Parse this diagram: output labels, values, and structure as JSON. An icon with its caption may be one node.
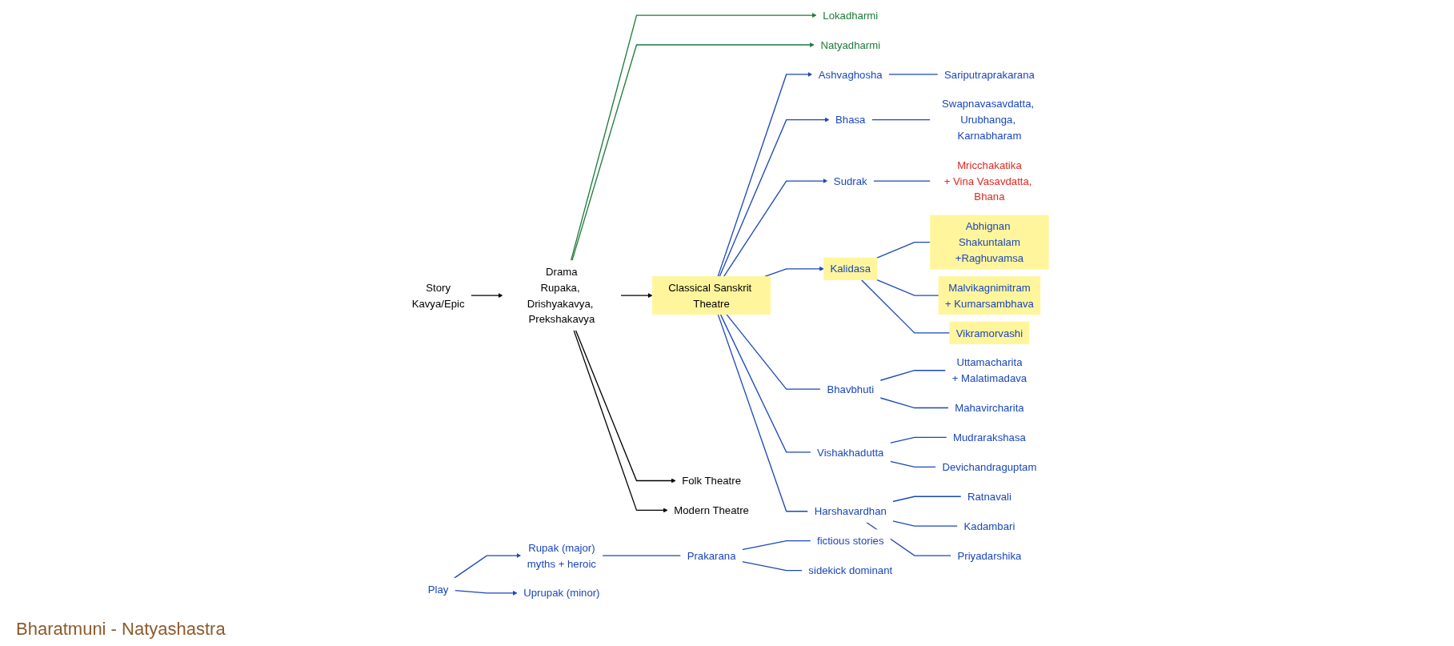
{
  "diagram": {
    "nodes": [
      {
        "text": [
          "Story",
          "Kavya/Epic"
        ]
      },
      {
        "text": [
          "Drama",
          "Rupaka, Drishyakavya, Prekshakavya"
        ]
      },
      {
        "text": [
          "Lokadharmi"
        ]
      },
      {
        "text": [
          "Natyadharmi"
        ]
      },
      {
        "text": [
          "Classical Sanskrit Theatre"
        ]
      },
      {
        "text": [
          "Folk Theatre"
        ]
      },
      {
        "text": [
          "Modern Theatre"
        ]
      },
      {
        "text": [
          "Ashvaghosha"
        ]
      },
      {
        "text": [
          "Sariputraprakarana"
        ]
      },
      {
        "text": [
          "Bhasa"
        ]
      },
      {
        "text": [
          "Swapnavasavdatta, Urubhanga, Karnabharam"
        ]
      },
      {
        "text": [
          "Sudrak"
        ]
      },
      {
        "text": [
          "Mricchakatika",
          "+ Vina Vasavdatta, Bhana"
        ]
      },
      {
        "text": [
          "Kalidasa"
        ]
      },
      {
        "text": [
          "Abhignan Shakuntalam",
          "+Raghuvamsa"
        ]
      },
      {
        "text": [
          "Malvikagnimitram",
          "+ Kumarsambhava"
        ]
      },
      {
        "text": [
          "Vikramorvashi"
        ]
      },
      {
        "text": [
          "Bhavbhuti"
        ]
      },
      {
        "text": [
          "Uttamacharita",
          "+ Malatimadava"
        ]
      },
      {
        "text": [
          "Mahavircharita"
        ]
      },
      {
        "text": [
          "Vishakhadutta"
        ]
      },
      {
        "text": [
          "Mudrarakshasa"
        ]
      },
      {
        "text": [
          "Devichandraguptam"
        ]
      },
      {
        "text": [
          "Harshavardhan"
        ]
      },
      {
        "text": [
          "Ratnavali"
        ]
      },
      {
        "text": [
          "Kadambari"
        ]
      },
      {
        "text": [
          "Priyadarshika"
        ]
      },
      {
        "text": [
          "Play"
        ]
      },
      {
        "text": [
          "Rupak (major)",
          "myths + heroic"
        ]
      },
      {
        "text": [
          "Uprupak (minor)"
        ]
      },
      {
        "text": [
          "Prakarana"
        ]
      },
      {
        "text": [
          "fictious stories"
        ]
      },
      {
        "text": [
          "sidekick dominant"
        ]
      }
    ],
    "edges": [
      {
        "from": 0,
        "to": 1,
        "arrow": "to",
        "color": "#000000"
      },
      {
        "from": 1,
        "to": 2,
        "arrow": "to",
        "color": "#1e7a3a"
      },
      {
        "from": 1,
        "to": 3,
        "arrow": "to",
        "color": "#1e7a3a"
      },
      {
        "from": 1,
        "to": 4,
        "arrow": "to",
        "color": "#000000"
      },
      {
        "from": 1,
        "to": 5,
        "arrow": "to",
        "color": "#000000"
      },
      {
        "from": 1,
        "to": 6,
        "arrow": "to",
        "color": "#000000"
      },
      {
        "from": 4,
        "to": 7,
        "arrow": "to"
      },
      {
        "from": 4,
        "to": 9,
        "arrow": "to"
      },
      {
        "from": 4,
        "to": 11,
        "arrow": "to"
      },
      {
        "from": 4,
        "to": 13,
        "arrow": "to"
      },
      {
        "from": 4,
        "to": 17,
        "arrow": "none"
      },
      {
        "from": 4,
        "to": 20,
        "arrow": "none"
      },
      {
        "from": 4,
        "to": 23,
        "arrow": "none"
      },
      {
        "from": 7,
        "to": 8,
        "arrow": "none"
      },
      {
        "from": 9,
        "to": 10,
        "arrow": "none"
      },
      {
        "from": 11,
        "to": 12,
        "arrow": "none"
      },
      {
        "from": 13,
        "to": 14,
        "arrow": "none"
      },
      {
        "from": 13,
        "to": 15,
        "arrow": "none"
      },
      {
        "from": 13,
        "to": 16,
        "arrow": "none"
      },
      {
        "from": 17,
        "to": 18,
        "arrow": "none"
      },
      {
        "from": 17,
        "to": 19,
        "arrow": "none"
      },
      {
        "from": 20,
        "to": 21,
        "arrow": "none"
      },
      {
        "from": 20,
        "to": 22,
        "arrow": "none"
      },
      {
        "from": 23,
        "to": 24,
        "arrow": "none"
      },
      {
        "from": 23,
        "to": 25,
        "arrow": "none"
      },
      {
        "from": 23,
        "to": 26,
        "arrow": "none"
      },
      {
        "from": 27,
        "to": 28,
        "arrow": "to"
      },
      {
        "from": 27,
        "to": 29,
        "arrow": "to"
      },
      {
        "from": 28,
        "to": 30,
        "arrow": "none"
      },
      {
        "from": 30,
        "to": 31,
        "arrow": "none"
      },
      {
        "from": 30,
        "to": 32,
        "arrow": "none"
      }
    ],
    "labels": [
      "Bharatmuni - Natyashastra"
    ]
  }
}
